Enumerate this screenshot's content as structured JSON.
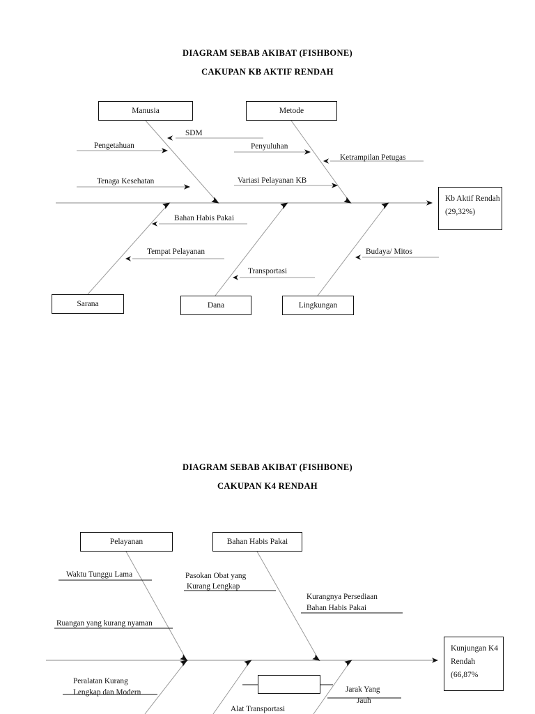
{
  "document": {
    "type": "fishbone-cause-and-effect-diagrams",
    "page_background": "#ffffff",
    "line_color": "#6f6f6f",
    "box_border_color": "#111111",
    "text_color": "#111111"
  },
  "diagram1": {
    "title_line1": "DIAGRAM  SEBAB AKIBAT (FISHBONE)",
    "title_line2": "CAKUPAN KB AKTIF RENDAH",
    "effect": {
      "line1": "Kb Aktif Rendah",
      "line2": "(29,32%)"
    },
    "categories_top": [
      {
        "label": "Manusia"
      },
      {
        "label": "Metode"
      }
    ],
    "categories_bottom": [
      {
        "label": "Sarana"
      },
      {
        "label": "Dana"
      },
      {
        "label": "Lingkungan"
      }
    ],
    "causes": [
      {
        "label": "SDM"
      },
      {
        "label": "Pengetahuan"
      },
      {
        "label": "Tenaga Kesehatan"
      },
      {
        "label": "Penyuluhan"
      },
      {
        "label": "Ketrampilan Petugas"
      },
      {
        "label": "Variasi Pelayanan KB"
      },
      {
        "label": "Bahan Habis Pakai"
      },
      {
        "label": "Tempat Pelayanan"
      },
      {
        "label": "Transportasi"
      },
      {
        "label": "Budaya/ Mitos"
      }
    ]
  },
  "diagram2": {
    "title_line1": "DIAGRAM  SEBAB AKIBAT (FISHBONE)",
    "title_line2": "CAKUPAN K4 RENDAH",
    "effect": {
      "line1": "Kunjungan K4",
      "line2": "Rendah",
      "line3": "(66,87%"
    },
    "categories_top": [
      {
        "label": "Pelayanan"
      },
      {
        "label": "Bahan Habis Pakai"
      }
    ],
    "causes": [
      {
        "label": "Waktu Tunggu Lama"
      },
      {
        "label": "Pasokan Obat yang"
      },
      {
        "label": "Kurang Lengkap"
      },
      {
        "label": "Kurangnya Persediaan"
      },
      {
        "label": "Bahan Habis Pakai"
      },
      {
        "label": "Ruangan yang kurang nyaman"
      },
      {
        "label": "Peralatan Kurang"
      },
      {
        "label": "Lengkap dan Modern"
      },
      {
        "label": "Jarak Yang"
      },
      {
        "label": "Jauh"
      },
      {
        "label": "Alat Transportasi"
      }
    ]
  }
}
